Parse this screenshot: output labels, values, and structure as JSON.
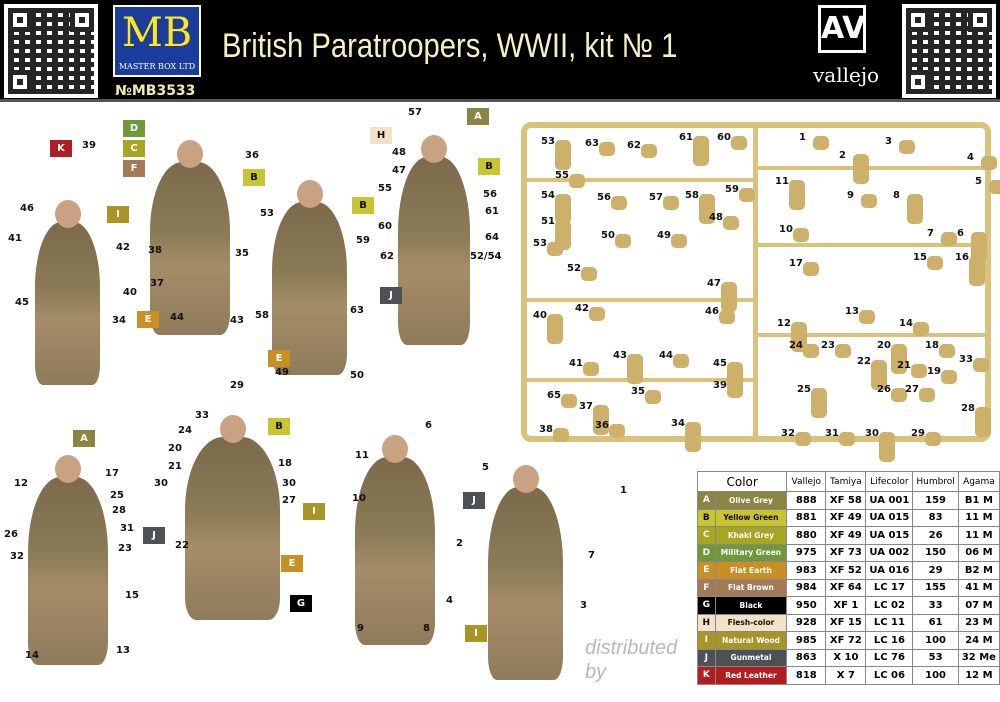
{
  "header": {
    "title": "British Paratroopers, WWII, kit № 1",
    "brand_logo": "MB",
    "brand_name": "MASTER BOX LTD",
    "kit_number": "№MB3533",
    "paint_logo": "AV",
    "paint_brand": "vallejo"
  },
  "figures": [
    {
      "name": "figure-1",
      "labels": [
        "39",
        "46",
        "41",
        "45",
        "42",
        "40",
        "34"
      ],
      "badges": [
        "K",
        "I"
      ]
    },
    {
      "name": "figure-2",
      "labels": [
        "36",
        "38",
        "37",
        "35",
        "44",
        "43"
      ],
      "badges": [
        "D",
        "C",
        "F",
        "B",
        "E"
      ]
    },
    {
      "name": "figure-3",
      "labels": [
        "53",
        "59",
        "58",
        "63",
        "49",
        "50"
      ],
      "badges": [
        "B",
        "E"
      ]
    },
    {
      "name": "figure-4",
      "labels": [
        "57",
        "48",
        "47",
        "55",
        "56",
        "61",
        "60",
        "64",
        "62",
        "52/54"
      ],
      "badges": [
        "A",
        "H",
        "B",
        "J"
      ]
    },
    {
      "name": "figure-5",
      "labels": [
        "12",
        "17",
        "25",
        "28",
        "31",
        "26",
        "23",
        "32",
        "15",
        "14",
        "13"
      ],
      "badges": [
        "A"
      ]
    },
    {
      "name": "figure-6",
      "labels": [
        "29",
        "33",
        "24",
        "20",
        "21",
        "18",
        "30",
        "30",
        "27",
        "22"
      ],
      "badges": [
        "B",
        "I",
        "J",
        "E",
        "G"
      ]
    },
    {
      "name": "figure-7",
      "labels": [
        "6",
        "11",
        "10",
        "2",
        "9",
        "8",
        "4"
      ],
      "badges": []
    },
    {
      "name": "figure-8",
      "labels": [
        "5",
        "1",
        "7",
        "3"
      ],
      "badges": [
        "J",
        "I"
      ]
    }
  ],
  "sprue_parts": [
    "53",
    "63",
    "62",
    "61",
    "60",
    "55",
    "54",
    "56",
    "57",
    "58",
    "59",
    "48",
    "51",
    "50",
    "49",
    "47",
    "53",
    "52",
    "40",
    "42",
    "46",
    "43",
    "44",
    "41",
    "45",
    "39",
    "65",
    "37",
    "35",
    "36",
    "34",
    "38",
    "1",
    "2",
    "3",
    "4",
    "11",
    "5",
    "9",
    "8",
    "10",
    "7",
    "6",
    "17",
    "15",
    "16",
    "13",
    "14",
    "12",
    "24",
    "23",
    "20",
    "18",
    "33",
    "22",
    "21",
    "19",
    "25",
    "26",
    "27",
    "28",
    "32",
    "31",
    "30",
    "29"
  ],
  "paint_table": {
    "headers": [
      "Color",
      "Vallejo",
      "Tamiya",
      "Lifecolor",
      "Humbrol",
      "Agama"
    ],
    "rows": [
      {
        "code": "A",
        "name": "Olive Grey",
        "color": "#8a8542",
        "vallejo": "888",
        "tamiya": "XF 58",
        "lifecolor": "UA 001",
        "humbrol": "159",
        "agama": "B1 M"
      },
      {
        "code": "B",
        "name": "Yellow Green",
        "color": "#c9c431",
        "vallejo": "881",
        "tamiya": "XF 49",
        "lifecolor": "UA 015",
        "humbrol": "83",
        "agama": "11 M"
      },
      {
        "code": "C",
        "name": "Khaki Grey",
        "color": "#a8a524",
        "vallejo": "880",
        "tamiya": "XF 49",
        "lifecolor": "UA 015",
        "humbrol": "26",
        "agama": "11 M"
      },
      {
        "code": "D",
        "name": "Military Green",
        "color": "#6f983a",
        "vallejo": "975",
        "tamiya": "XF 73",
        "lifecolor": "UA 002",
        "humbrol": "150",
        "agama": "06 M"
      },
      {
        "code": "E",
        "name": "Flat Earth",
        "color": "#c89024",
        "vallejo": "983",
        "tamiya": "XF 52",
        "lifecolor": "UA 016",
        "humbrol": "29",
        "agama": "B2 M"
      },
      {
        "code": "F",
        "name": "Flat Brown",
        "color": "#a37a55",
        "vallejo": "984",
        "tamiya": "XF 64",
        "lifecolor": "LC 17",
        "humbrol": "155",
        "agama": "41 M"
      },
      {
        "code": "G",
        "name": "Black",
        "color": "#000000",
        "vallejo": "950",
        "tamiya": "XF 1",
        "lifecolor": "LC 02",
        "humbrol": "33",
        "agama": "07 M"
      },
      {
        "code": "H",
        "name": "Flesh-color",
        "color": "#f3e2c6",
        "vallejo": "928",
        "tamiya": "XF 15",
        "lifecolor": "LC 11",
        "humbrol": "61",
        "agama": "23 M"
      },
      {
        "code": "I",
        "name": "Natural Wood",
        "color": "#a99428",
        "vallejo": "985",
        "tamiya": "XF 72",
        "lifecolor": "LC 16",
        "humbrol": "100",
        "agama": "24 M"
      },
      {
        "code": "J",
        "name": "Gunmetal",
        "color": "#4d5154",
        "vallejo": "863",
        "tamiya": "X 10",
        "lifecolor": "LC 76",
        "humbrol": "53",
        "agama": "32 Me"
      },
      {
        "code": "K",
        "name": "Red Leather",
        "color": "#b01e22",
        "vallejo": "818",
        "tamiya": "X 7",
        "lifecolor": "LC 06",
        "humbrol": "100",
        "agama": "12 M"
      }
    ]
  },
  "watermark": "distributed by"
}
